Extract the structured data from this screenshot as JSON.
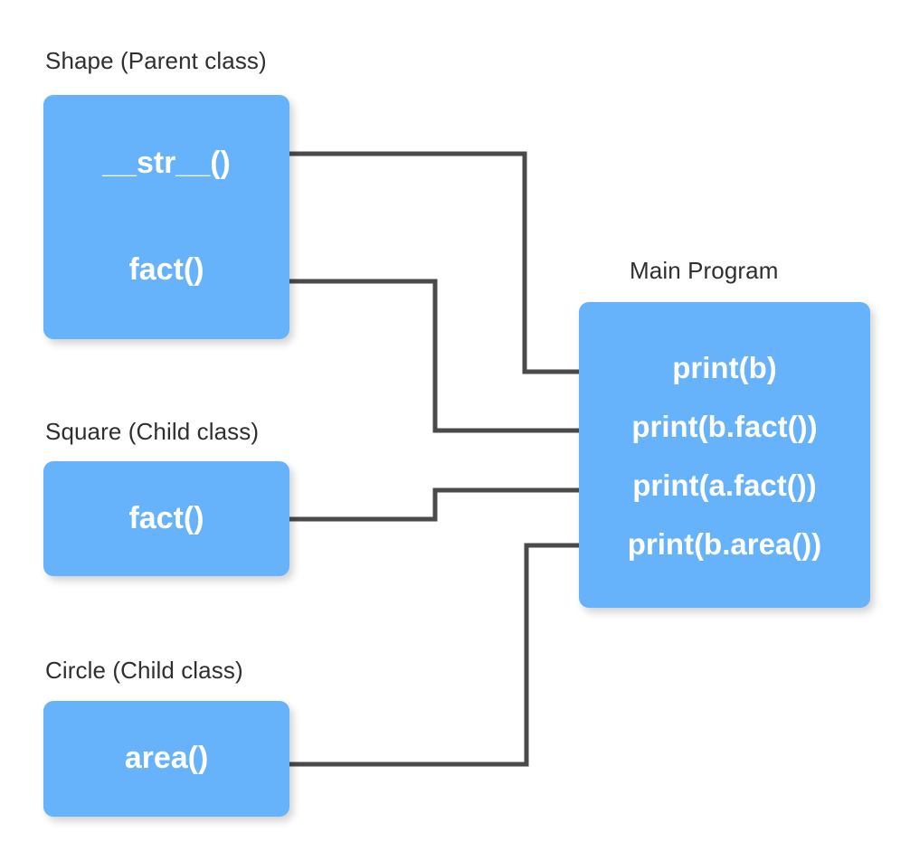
{
  "diagram": {
    "title_nodes": {
      "shape": "Shape (Parent class)",
      "square": "Square (Child class)",
      "circle": "Circle (Child class)",
      "main": "Main Program"
    },
    "colors": {
      "box_fill": "#66b2fb",
      "box_text": "#ffffff",
      "caption_text": "#2f2f2f",
      "connector": "#4a4a4a",
      "background": "#ffffff"
    },
    "shape_class": {
      "label": "Shape (Parent class)",
      "methods": [
        "__str__()",
        "fact()"
      ]
    },
    "square_class": {
      "label": "Square (Child class)",
      "methods": [
        "fact()"
      ]
    },
    "circle_class": {
      "label": "Circle (Child class)",
      "methods": [
        "area()"
      ]
    },
    "main_program": {
      "label": "Main Program",
      "statements": [
        "print(b)",
        "print(b.fact())",
        "print(a.fact())",
        "print(b.area())"
      ]
    },
    "connections": [
      {
        "from": "print(b)",
        "to": "Shape.__str__()"
      },
      {
        "from": "print(b.fact())",
        "to": "Shape.fact()"
      },
      {
        "from": "print(a.fact())",
        "to": "Square.fact()"
      },
      {
        "from": "print(b.area())",
        "to": "Circle.area()"
      }
    ]
  }
}
